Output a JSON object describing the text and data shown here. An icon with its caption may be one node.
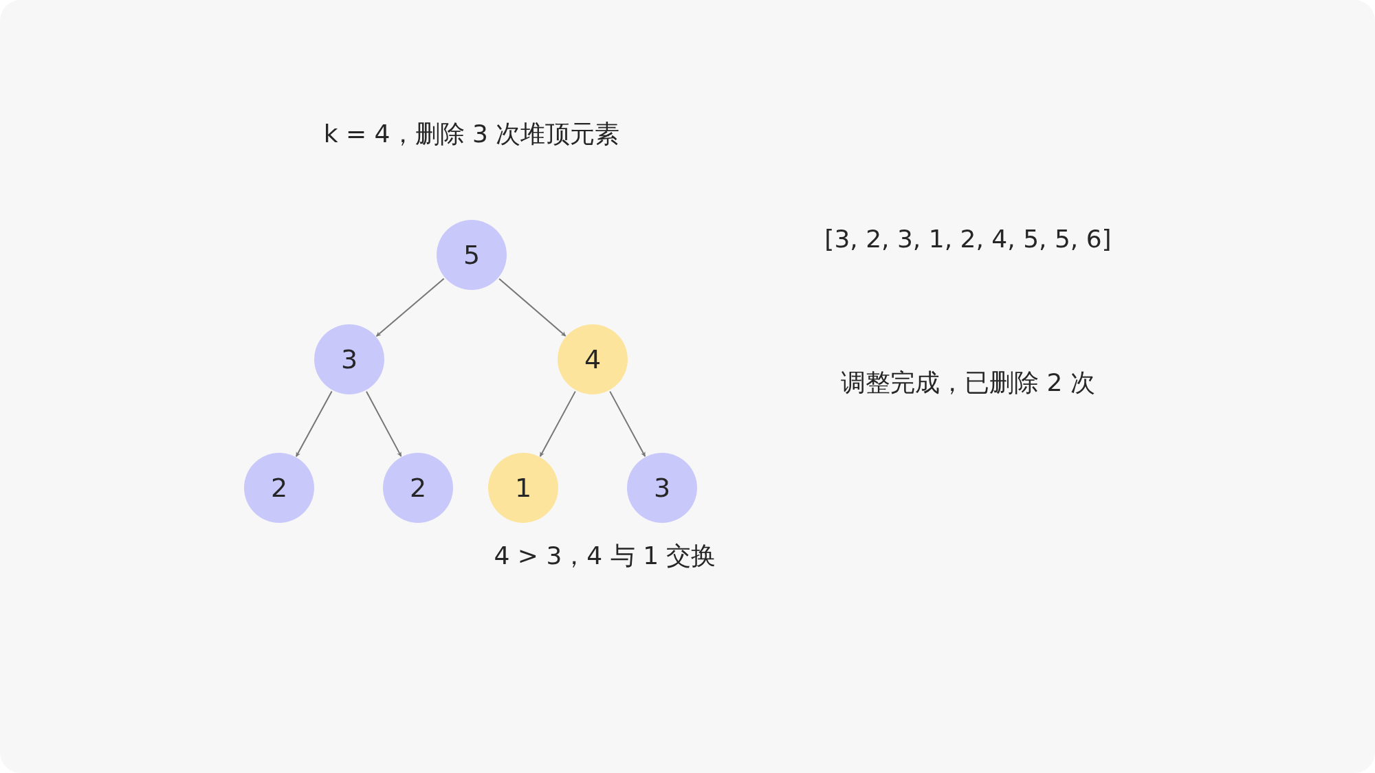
{
  "diagram": {
    "title": "k = 4，删除 3 次堆顶元素",
    "nodes": [
      {
        "text": [
          "5"
        ]
      },
      {
        "text": [
          "3"
        ]
      },
      {
        "text": [
          "4"
        ]
      },
      {
        "text": [
          "2"
        ]
      },
      {
        "text": [
          "2"
        ]
      },
      {
        "text": [
          "1"
        ]
      },
      {
        "text": [
          "3"
        ]
      }
    ],
    "edges": [
      {
        "from": 0,
        "to": 1,
        "arrow": "to"
      },
      {
        "from": 0,
        "to": 2,
        "arrow": "to"
      },
      {
        "from": 1,
        "to": 3,
        "arrow": "to"
      },
      {
        "from": 1,
        "to": 4,
        "arrow": "to"
      },
      {
        "from": 2,
        "to": 5,
        "arrow": "to"
      },
      {
        "from": 2,
        "to": 6,
        "arrow": "to"
      }
    ],
    "labels": [
      "[3, 2, 3, 1, 2, 4, 5, 5, 6]",
      "调整完成，已删除 2 次",
      "4 > 3，4 与 1 交换"
    ]
  }
}
